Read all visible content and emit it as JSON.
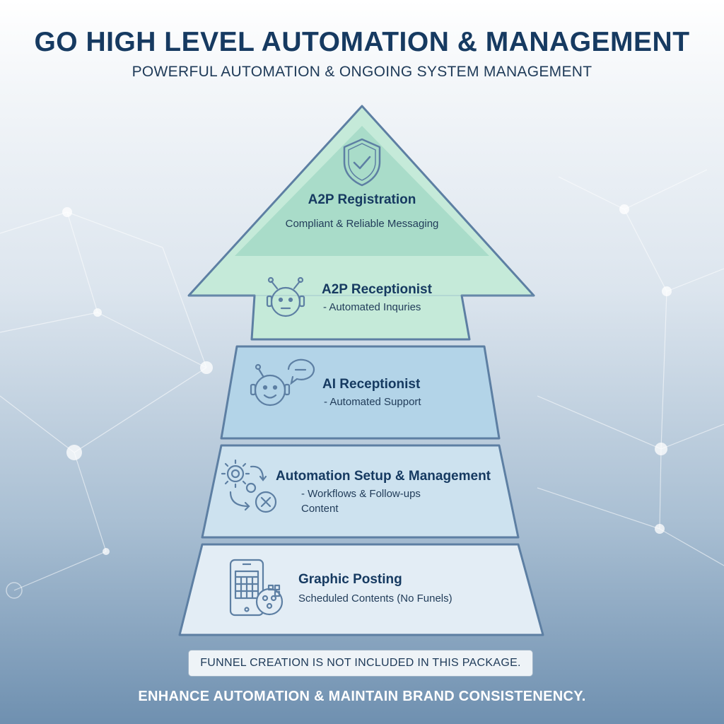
{
  "header": {
    "title": "GO HIGH LEVEL AUTOMATION & MANAGEMENT",
    "subtitle": "POWERFUL AUTOMATION & ONGOING SYSTEM MANAGEMENT"
  },
  "tiers": [
    {
      "title": "A2P Registration",
      "subtitle": "Compliant & Reliable Messaging",
      "icon": "shield-check-icon",
      "color": "#a9dcc9"
    },
    {
      "title": "A2P Receptionist",
      "subtitle": "- Automated Inquries",
      "icon": "robot-icon",
      "color": "#c5ead9"
    },
    {
      "title": "AI Receptionist",
      "subtitle": "- Automated Support",
      "icon": "robot-chat-icon",
      "color": "#b3d4e8"
    },
    {
      "title": "Automation Setup & Management",
      "subtitle": "- Workflows & Follow-ups",
      "subtitle2": "Content",
      "icon": "gears-cycle-icon",
      "color": "#cde2ef"
    },
    {
      "title": "Graphic Posting",
      "subtitle": "Scheduled Contents (No Funels)",
      "icon": "phone-calendar-icon",
      "color": "#e3edf5"
    }
  ],
  "note": "FUNNEL CREATION IS NOT INCLUDED IN THIS PACKAGE.",
  "footer": "ENHANCE AUTOMATION & MAINTAIN BRAND CONSISTENENCY.",
  "colors": {
    "title": "#163a61",
    "outline": "#5d7fa3",
    "accent_green": "#a9dcc9"
  }
}
